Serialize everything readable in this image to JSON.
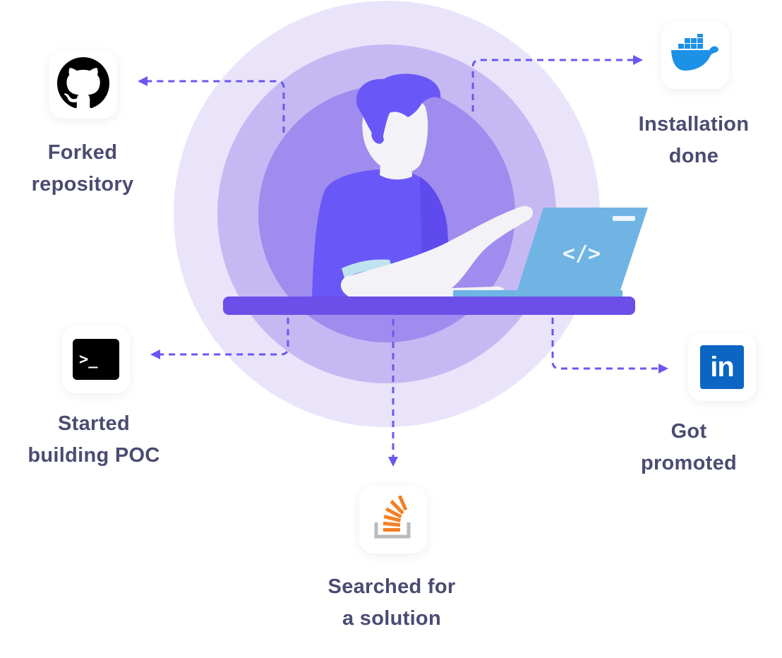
{
  "diagram": {
    "colors": {
      "ring_outer": "#eae4fb",
      "ring_middle": "#c6b9f3",
      "ring_inner": "#a08cee",
      "person": "#6a57f8",
      "desk": "#6b4fe8",
      "laptop": "#6fb4e2",
      "skin": "#f3f2f6",
      "arrow": "#6a57f0",
      "label": "#4b4b72"
    },
    "laptop_code_symbol": "</>",
    "steps": [
      {
        "id": "fork",
        "icon": "github-icon",
        "line1": "Forked",
        "line2": "repository"
      },
      {
        "id": "install",
        "icon": "docker-icon",
        "line1": "Installation",
        "line2": "done"
      },
      {
        "id": "poc",
        "icon": "terminal-icon",
        "terminal_prompt": ">_",
        "line1": "Started",
        "line2": "building POC"
      },
      {
        "id": "search",
        "icon": "stackoverflow-icon",
        "line1": "Searched for",
        "line2": "a solution"
      },
      {
        "id": "promoted",
        "icon": "linkedin-icon",
        "linkedin_text": "in",
        "line1": "Got",
        "line2": "promoted"
      }
    ]
  }
}
